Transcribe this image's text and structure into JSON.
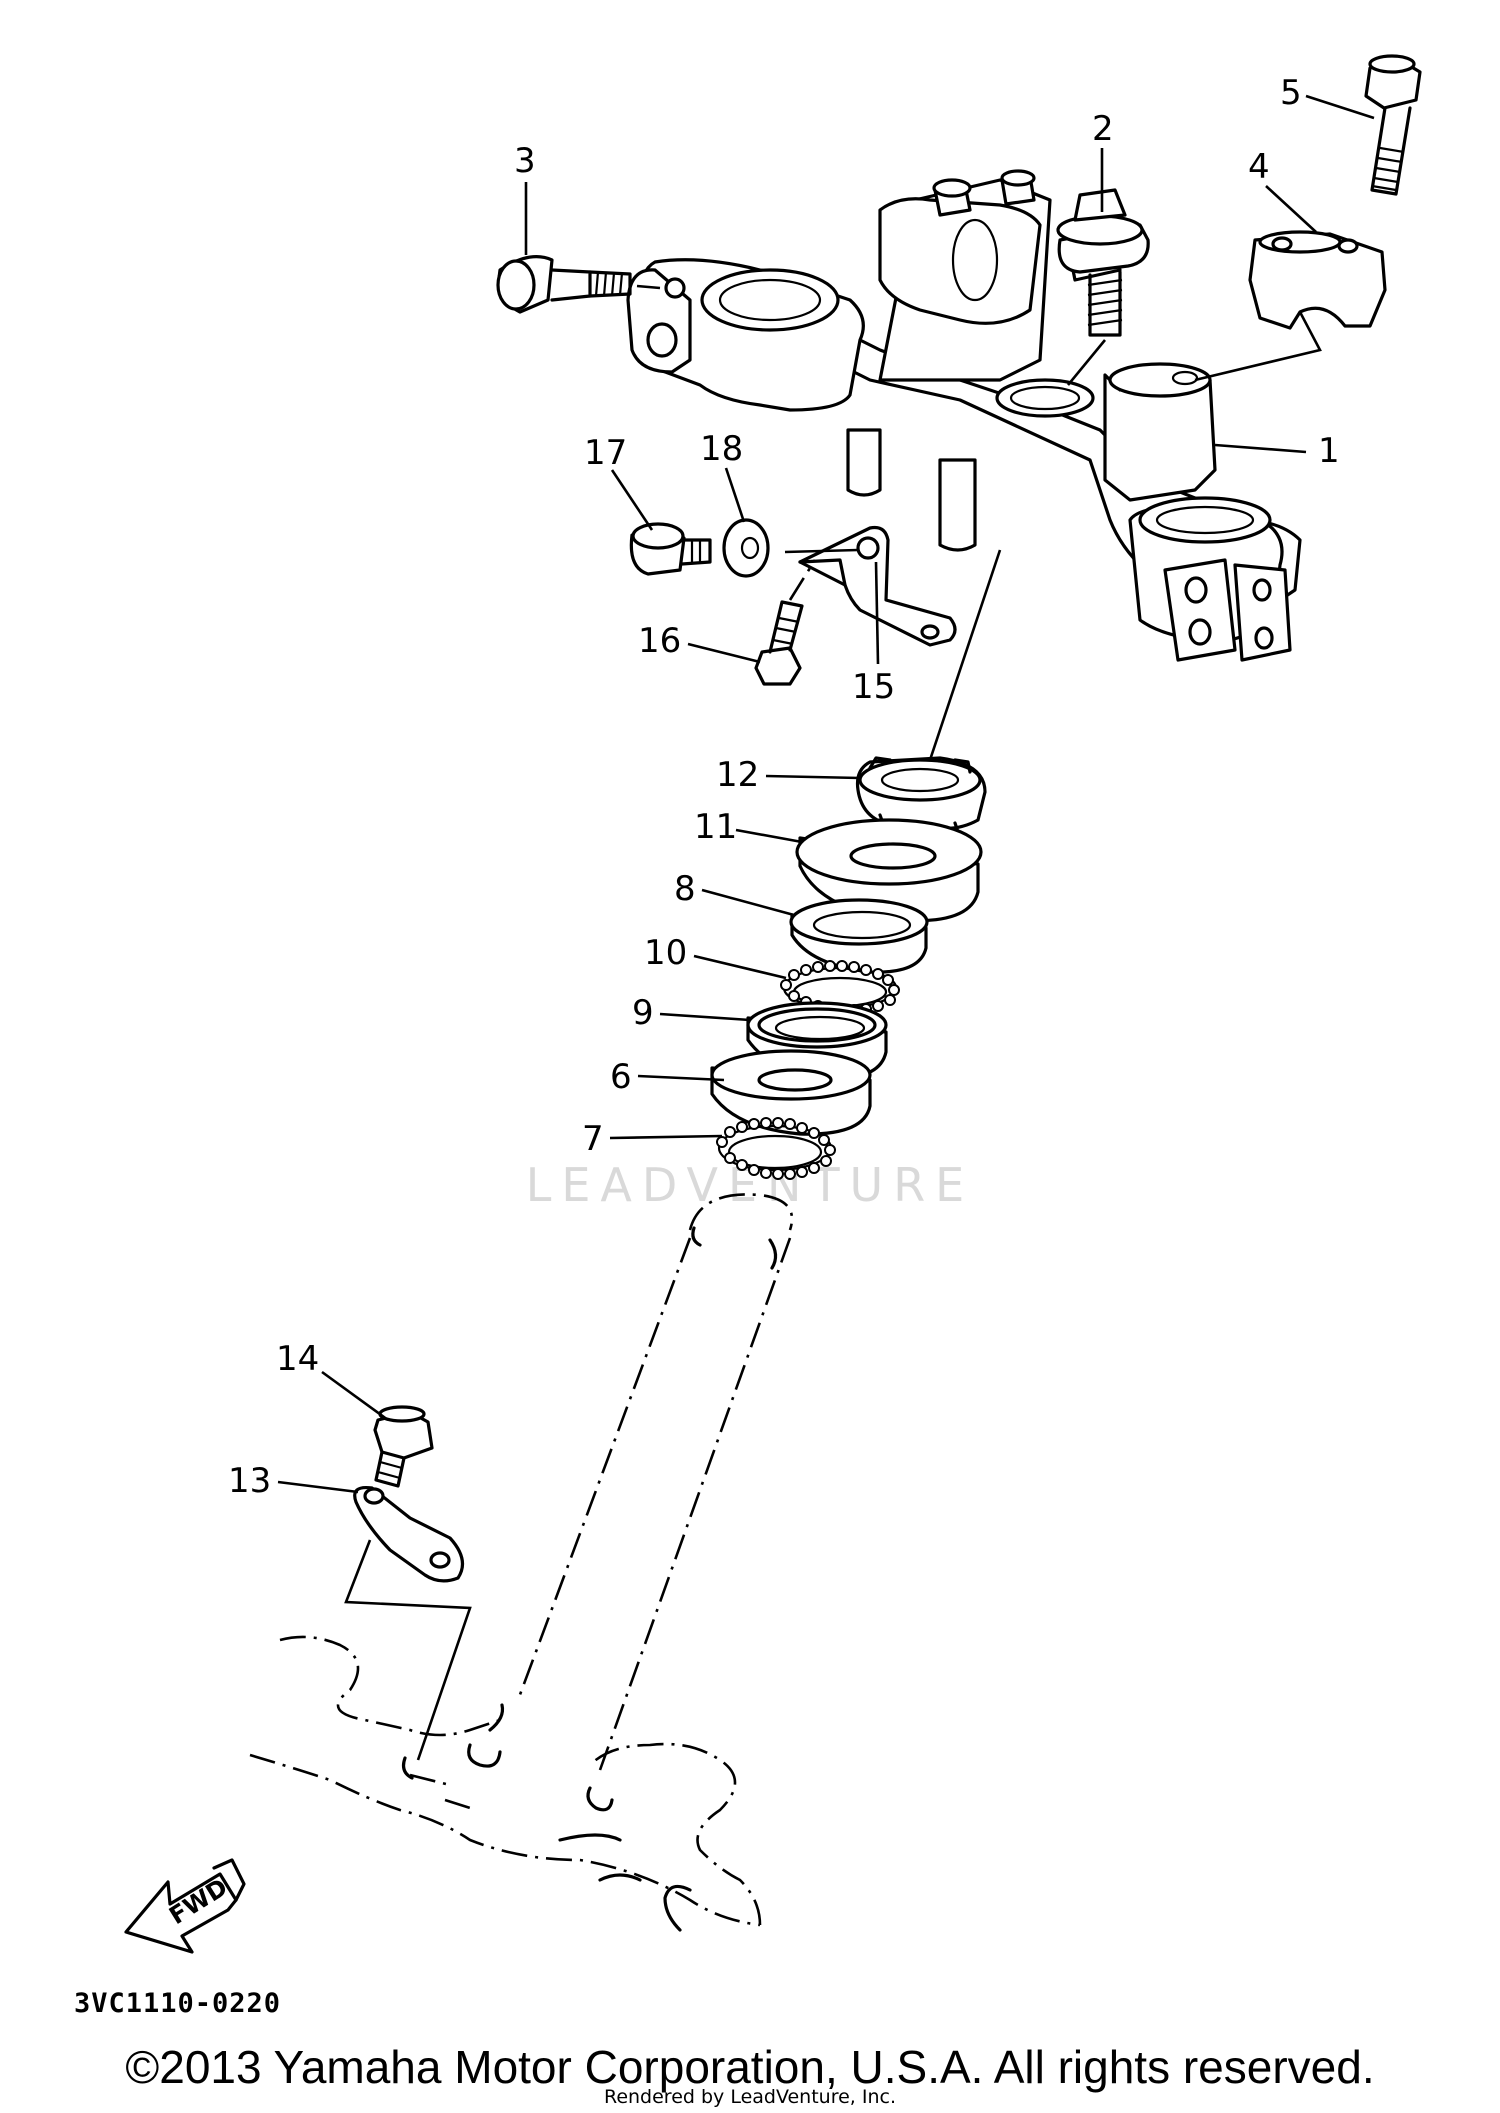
{
  "callouts": [
    "1",
    "2",
    "3",
    "4",
    "5",
    "6",
    "7",
    "8",
    "9",
    "10",
    "11",
    "12",
    "13",
    "14",
    "15",
    "16",
    "17",
    "18"
  ],
  "watermark": "LEADVENTURE",
  "diagram_code": "3VC1110-0220",
  "fwd_label": "FWD",
  "copyright": "©2013 Yamaha Motor Corporation, U.S.A. All rights reserved.",
  "rendered_by": "Rendered by LeadVenture, Inc."
}
